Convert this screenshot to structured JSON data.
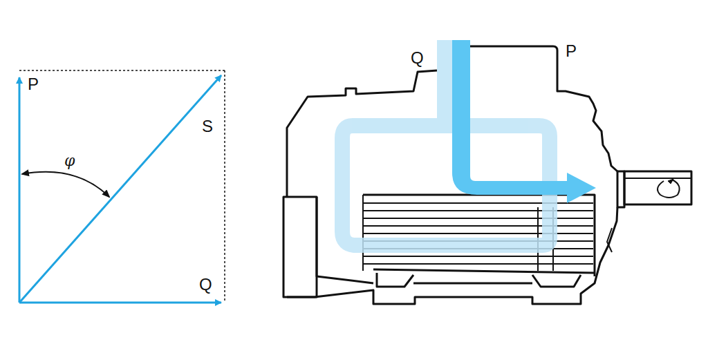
{
  "diagram": {
    "labels": [
      "P",
      "φ",
      "S",
      "Q",
      "Q",
      "P"
    ]
  }
}
